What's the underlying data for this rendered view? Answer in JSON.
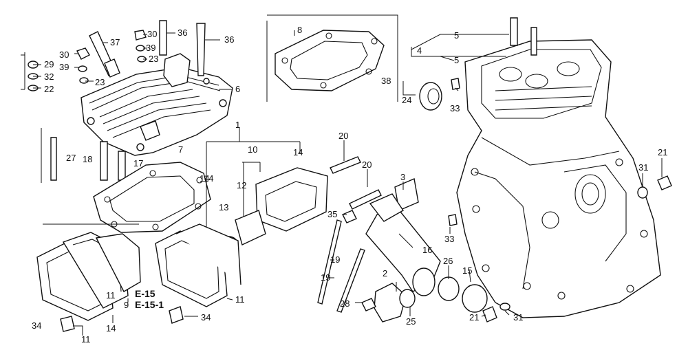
{
  "callouts": [
    "1",
    "2",
    "3",
    "4",
    "5",
    "5",
    "6",
    "7",
    "8",
    "9",
    "10",
    "11",
    "11",
    "11",
    "12",
    "13",
    "14",
    "14",
    "14",
    "14",
    "15",
    "16",
    "17",
    "18",
    "19",
    "19",
    "20",
    "20",
    "21",
    "21",
    "22",
    "23",
    "23",
    "24",
    "25",
    "26",
    "27",
    "28",
    "29",
    "30",
    "30",
    "31",
    "31",
    "32",
    "33",
    "33",
    "34",
    "34",
    "35",
    "36",
    "36",
    "37",
    "38",
    "39",
    "39"
  ],
  "refs": {
    "e15": "E-15",
    "e151": "E-15-1"
  }
}
